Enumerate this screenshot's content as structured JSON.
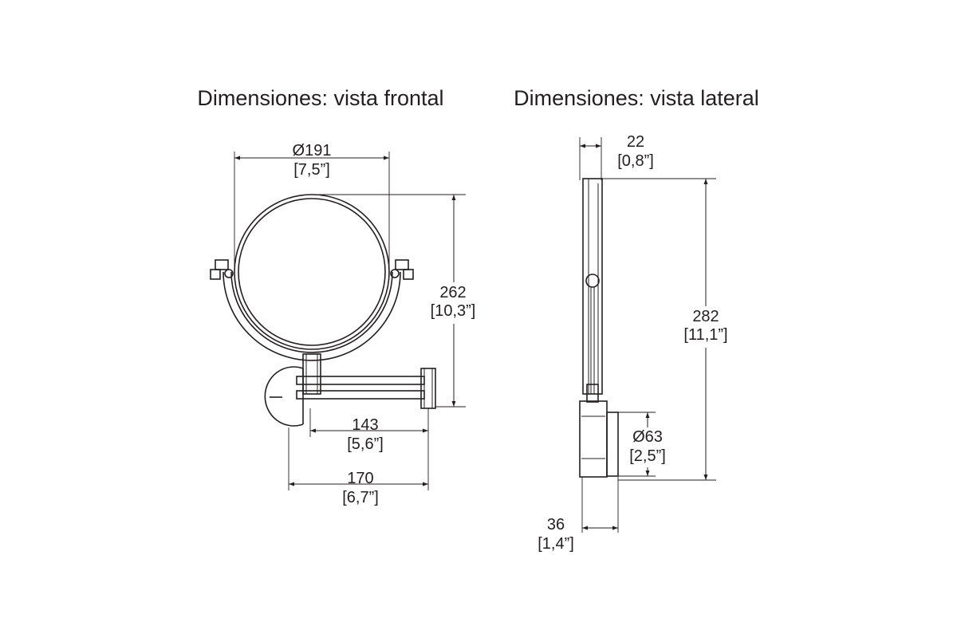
{
  "front": {
    "title": "Dimensiones: vista frontal",
    "dims": {
      "diameter": {
        "value": "Ø191",
        "inch": "[7,5”]"
      },
      "height": {
        "value": "262",
        "inch": "[10,3”]"
      },
      "arm": {
        "value": "143",
        "inch": "[5,6”]"
      },
      "total": {
        "value": "170",
        "inch": "[6,7”]"
      }
    }
  },
  "side": {
    "title": "Dimensiones: vista lateral",
    "dims": {
      "thickness": {
        "value": "22",
        "inch": "[0,8”]"
      },
      "height": {
        "value": "282",
        "inch": "[11,1”]"
      },
      "base": {
        "value": "Ø63",
        "inch": "[2,5”]"
      },
      "depth": {
        "value": "36",
        "inch": "[1,4”]"
      }
    }
  },
  "colors": {
    "line": "#231f20",
    "background": "#ffffff"
  }
}
